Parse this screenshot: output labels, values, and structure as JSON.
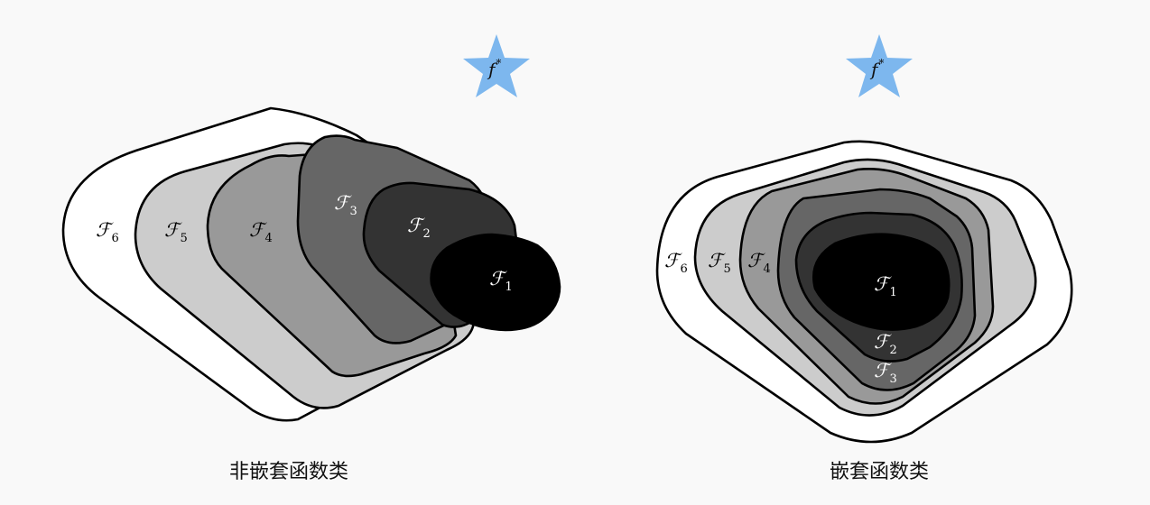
{
  "target": {
    "label": "f",
    "superscript": "*",
    "color": "#7db7ee"
  },
  "left": {
    "caption": "非嵌套函数类",
    "sets": [
      {
        "symbol": "ℱ",
        "index": "6"
      },
      {
        "symbol": "ℱ",
        "index": "5"
      },
      {
        "symbol": "ℱ",
        "index": "4"
      },
      {
        "symbol": "ℱ",
        "index": "3"
      },
      {
        "symbol": "ℱ",
        "index": "2"
      },
      {
        "symbol": "ℱ",
        "index": "1"
      }
    ]
  },
  "right": {
    "caption": "嵌套函数类",
    "sets": [
      {
        "symbol": "ℱ",
        "index": "6"
      },
      {
        "symbol": "ℱ",
        "index": "5"
      },
      {
        "symbol": "ℱ",
        "index": "4"
      },
      {
        "symbol": "ℱ",
        "index": "3"
      },
      {
        "symbol": "ℱ",
        "index": "2"
      },
      {
        "symbol": "ℱ",
        "index": "1"
      }
    ]
  },
  "colors": {
    "f6": "#ffffff",
    "f5": "#cccccc",
    "f4": "#999999",
    "f3": "#666666",
    "f2": "#333333",
    "f1": "#000000",
    "outline": "#000000"
  }
}
